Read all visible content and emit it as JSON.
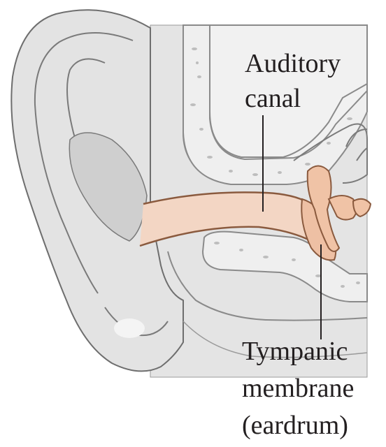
{
  "labels": {
    "auditory_canal": [
      "Auditory",
      "canal"
    ],
    "tympanic_membrane": [
      "Tympanic",
      "membrane",
      "(eardrum)"
    ]
  },
  "colors": {
    "skin": "#e6e6e6",
    "skin_dark": "#c9c9c9",
    "outline": "#555555",
    "bone": "#f2f2f2",
    "canal": "#f3d7c6",
    "canal_edge": "#8a5a3e",
    "ossicle": "#f0c3a6",
    "leader": "#231f20"
  },
  "icons": [
    "ear-anatomy-illustration"
  ]
}
